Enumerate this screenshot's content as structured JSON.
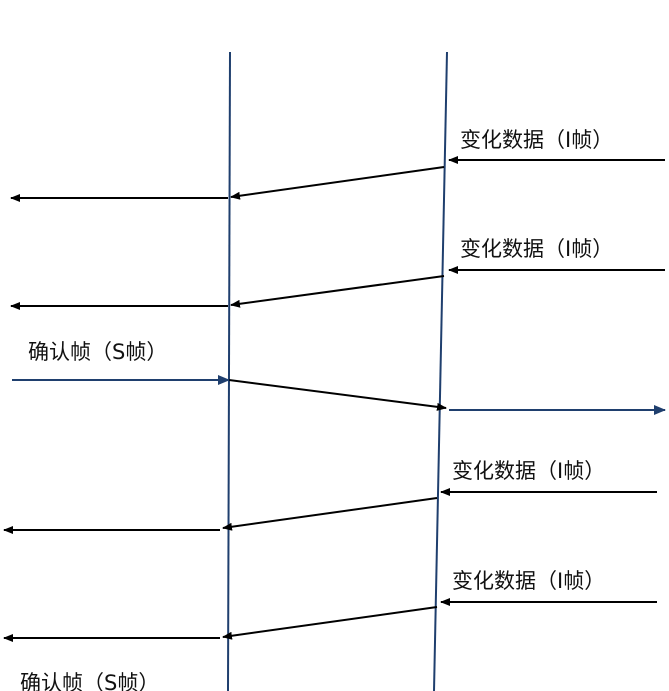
{
  "labels": {
    "i_frame_1": "变化数据（I帧）",
    "i_frame_2": "变化数据（I帧）",
    "s_frame_1": "确认帧（S帧）",
    "i_frame_3": "变化数据（I帧）",
    "i_frame_4": "变化数据（I帧）",
    "s_frame_2": "确认帧（S帧）"
  },
  "colors": {
    "timeline": "#1f3f6e",
    "arrow": "#000000",
    "s_arrow": "#1f3f6e"
  }
}
